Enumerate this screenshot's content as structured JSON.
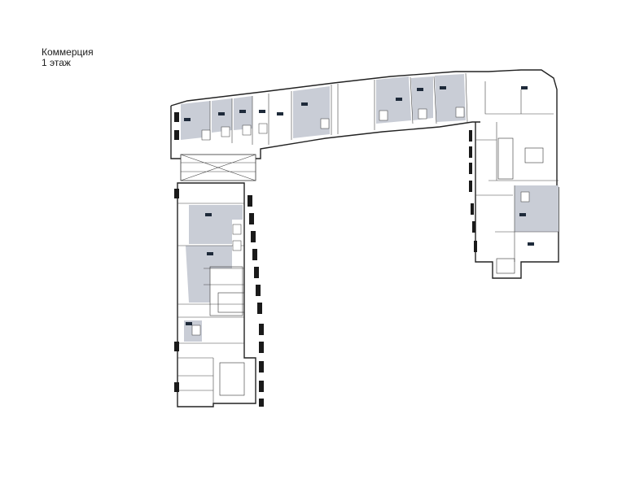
{
  "header": {
    "title": "Коммерция",
    "floor": "1 этаж"
  },
  "colors": {
    "unit_fill": "#c9cdd6",
    "wall": "#222222",
    "label_tag": "#1e2a3a"
  },
  "units": [
    {
      "id": "unit-1"
    },
    {
      "id": "unit-2"
    },
    {
      "id": "unit-3"
    },
    {
      "id": "unit-4"
    },
    {
      "id": "unit-5"
    },
    {
      "id": "unit-6"
    },
    {
      "id": "unit-7"
    },
    {
      "id": "unit-8"
    },
    {
      "id": "unit-9"
    },
    {
      "id": "unit-10"
    },
    {
      "id": "unit-11"
    },
    {
      "id": "unit-12"
    },
    {
      "id": "unit-13"
    },
    {
      "id": "unit-14"
    },
    {
      "id": "unit-15"
    }
  ]
}
